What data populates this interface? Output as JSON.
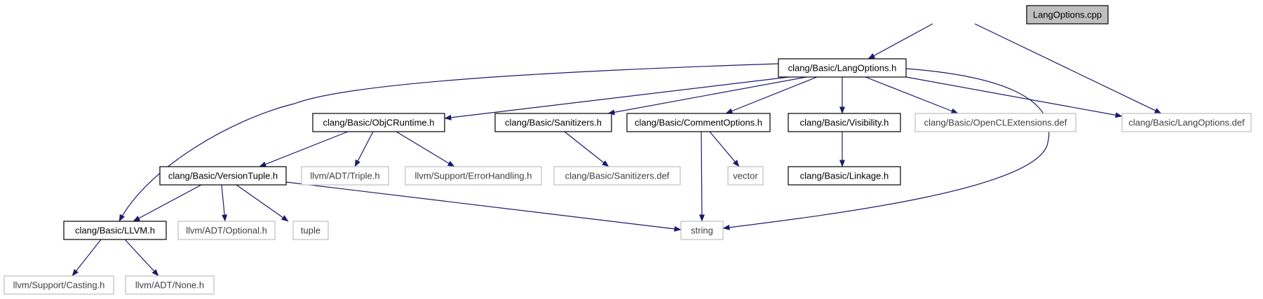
{
  "colors": {
    "edge": "#191970",
    "node_border_main": "#000000",
    "node_border_external": "#bfbfbf",
    "node_fill_root": "#bfbfbf",
    "node_fill": "#ffffff",
    "text_main": "#000000",
    "text_external": "#3f3f3f"
  },
  "nodes": [
    {
      "id": "langoptions_cpp",
      "label": "LangOptions.cpp",
      "kind": "root"
    },
    {
      "id": "langoptions_h",
      "label": "clang/Basic/LangOptions.h",
      "kind": "main"
    },
    {
      "id": "objcruntime_h",
      "label": "clang/Basic/ObjCRuntime.h",
      "kind": "main"
    },
    {
      "id": "sanitizers_h",
      "label": "clang/Basic/Sanitizers.h",
      "kind": "main"
    },
    {
      "id": "commentoptions_h",
      "label": "clang/Basic/CommentOptions.h",
      "kind": "main"
    },
    {
      "id": "visibility_h",
      "label": "clang/Basic/Visibility.h",
      "kind": "main"
    },
    {
      "id": "openclextensions_def",
      "label": "clang/Basic/OpenCLExtensions.def",
      "kind": "external"
    },
    {
      "id": "langoptions_def",
      "label": "clang/Basic/LangOptions.def",
      "kind": "external"
    },
    {
      "id": "versiontuple_h",
      "label": "clang/Basic/VersionTuple.h",
      "kind": "main"
    },
    {
      "id": "triple_h",
      "label": "llvm/ADT/Triple.h",
      "kind": "external"
    },
    {
      "id": "errorhandling_h",
      "label": "llvm/Support/ErrorHandling.h",
      "kind": "external"
    },
    {
      "id": "sanitizers_def",
      "label": "clang/Basic/Sanitizers.def",
      "kind": "external"
    },
    {
      "id": "vector",
      "label": "vector",
      "kind": "external"
    },
    {
      "id": "linkage_h",
      "label": "clang/Basic/Linkage.h",
      "kind": "main"
    },
    {
      "id": "llvm_h",
      "label": "clang/Basic/LLVM.h",
      "kind": "main"
    },
    {
      "id": "optional_h",
      "label": "llvm/ADT/Optional.h",
      "kind": "external"
    },
    {
      "id": "tuple",
      "label": "tuple",
      "kind": "external"
    },
    {
      "id": "string",
      "label": "string",
      "kind": "external"
    },
    {
      "id": "casting_h",
      "label": "llvm/Support/Casting.h",
      "kind": "external"
    },
    {
      "id": "none_h",
      "label": "llvm/ADT/None.h",
      "kind": "external"
    }
  ],
  "edges": [
    {
      "from": "langoptions_cpp",
      "to": "langoptions_h"
    },
    {
      "from": "langoptions_cpp",
      "to": "langoptions_def"
    },
    {
      "from": "langoptions_h",
      "to": "llvm_h"
    },
    {
      "from": "langoptions_h",
      "to": "objcruntime_h"
    },
    {
      "from": "langoptions_h",
      "to": "sanitizers_h"
    },
    {
      "from": "langoptions_h",
      "to": "commentoptions_h"
    },
    {
      "from": "langoptions_h",
      "to": "visibility_h"
    },
    {
      "from": "langoptions_h",
      "to": "openclextensions_def"
    },
    {
      "from": "langoptions_h",
      "to": "langoptions_def"
    },
    {
      "from": "langoptions_h",
      "to": "string"
    },
    {
      "from": "objcruntime_h",
      "to": "versiontuple_h"
    },
    {
      "from": "objcruntime_h",
      "to": "triple_h"
    },
    {
      "from": "objcruntime_h",
      "to": "errorhandling_h"
    },
    {
      "from": "sanitizers_h",
      "to": "sanitizers_def"
    },
    {
      "from": "commentoptions_h",
      "to": "vector"
    },
    {
      "from": "commentoptions_h",
      "to": "string"
    },
    {
      "from": "visibility_h",
      "to": "linkage_h"
    },
    {
      "from": "versiontuple_h",
      "to": "llvm_h"
    },
    {
      "from": "versiontuple_h",
      "to": "optional_h"
    },
    {
      "from": "versiontuple_h",
      "to": "tuple"
    },
    {
      "from": "versiontuple_h",
      "to": "string"
    },
    {
      "from": "llvm_h",
      "to": "casting_h"
    },
    {
      "from": "llvm_h",
      "to": "none_h"
    }
  ]
}
